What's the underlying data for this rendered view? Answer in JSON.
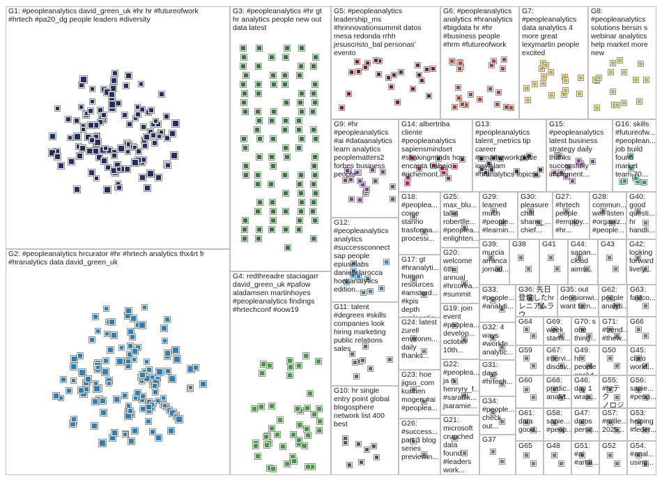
{
  "title": "",
  "groups": [
    {
      "id": "G1",
      "label": "G1: #peopleanalytics david_green_uk #hr hr #futureofwork\n#hrtech #pa20_dg people leaders #diversity",
      "color": "#1f2f6b"
    },
    {
      "id": "G2",
      "label": "G2: #peopleanalytics hrcurator #hr #hrtech analytics thx4rt fr\n#hranalytics data david_green_uk",
      "color": "#2a7fc1"
    },
    {
      "id": "G3",
      "label": "G3: #peopleanalytics #hr gt\nhr analytics people new out\ndata latest",
      "color": "#2e7d32"
    },
    {
      "id": "G4",
      "label": "G4: redthreadre staciagarr\ndavid_green_uk #pafow\naladamsen martinhoyes\n#peopleanalytics findings\n#hrtechconf #oow19",
      "color": "#3aa13a"
    },
    {
      "id": "G5",
      "label": "G5: #peopleanalytics\nleadership_ms\n#hrinnovationsummit datos\nmesa redonda rrhh\njesuscristo_bal personas'\nevento",
      "color": "#8b1a1a"
    },
    {
      "id": "G6",
      "label": "G6: #peopleanalytics\nanalytics #hranalytics\n#bigdata hr #hr\n#business people\n#hrm #futureofwork",
      "color": "#c0392b"
    },
    {
      "id": "G7",
      "label": "G7:\n#peopleanalytics\ndata analytics 4\nmore great\nlexymartin people\nexcited",
      "color": "#e6a817"
    },
    {
      "id": "G8",
      "label": "G8:\n#peopleanalytics\nsolutions bersin s\nwebinar analytics\nhelp market more\nnew",
      "color": "#9acd32"
    },
    {
      "id": "G9",
      "label": "G9: #hr\n#peopleanalytics\n#ai #dataanalytics\nlearn analytics\npeoplematters2\nforbes business\npeople",
      "color": "#7b3f9e"
    },
    {
      "id": "G10",
      "label": "G10: hr single\nentry point global\nblogosphere\nnetwork list 400\nbest",
      "color": "#555555"
    },
    {
      "id": "G11",
      "label": "G11: talent\n#degrees #skills\ncompanies look\nhiring marketing\npublic relations\nsales",
      "color": "#666666"
    },
    {
      "id": "G12",
      "label": "G12:\n#peopleanalytics\nanalytics\n#successconnect\nsap people\nepiuselabs\ndaniellelarocca\nhoekanalytics\nedition...",
      "color": "#1e88e5"
    },
    {
      "id": "G13",
      "label": "G13:\n#peopleanalytics\ntalent_metrics tip\ncareer\n#smarterworkplace\niosyislam\n#hranalytics topics...",
      "color": "#2c3e50"
    },
    {
      "id": "G14",
      "label": "G14: albertriba\ncliente\n#peopleanalytics\nsapiensmindset\n#shakingminds hoy\nencanta trabajo\n#richemont...",
      "color": "#c2185b"
    },
    {
      "id": "G15",
      "label": "G15:\n#peopleanalytics\nlatest business\nstrategy daily\nthanks\nsuccessfully\nimplement...",
      "color": "#8e44ad"
    },
    {
      "id": "G16",
      "label": "G16: skills\n#futureofw...\n#peoplean...\njob build\nfound\nmarket\nteam 70...",
      "color": "#16a085"
    },
    {
      "id": "G17",
      "label": "G17: gt\n#hranalyti...\nhuman\nresources\n#amsterd...\n#kpis depth\nexplanatio...",
      "color": "#888888"
    },
    {
      "id": "G18",
      "label": "G18:\n#peoplea...\ncome\nstanrio\ntrasforma...\nprocessi...",
      "color": "#999999"
    },
    {
      "id": "G19",
      "label": "G19: join\nevent\n#peoplea...\ndevelop...\noctober\n10th...",
      "color": "#999999"
    },
    {
      "id": "G20",
      "label": "G20:\nwelcome\n6th annual\n#hrcorea...\n#summit",
      "color": "#999999"
    },
    {
      "id": "G21",
      "label": "G21:\nmicrosoft\ncrunched\ndata found\n#leaders\nwork...",
      "color": "#999999"
    },
    {
      "id": "G22",
      "label": "G22:\n#peoplea...\nja n\nhenryry_f...\n#saratiik...\njsaramie...",
      "color": "#999999"
    },
    {
      "id": "G23",
      "label": "G23: hoe\njigso_com\nkunnen\nmogen #ai\n#peoplea...",
      "color": "#999999"
    },
    {
      "id": "G24",
      "label": "G24: latest\nzurell\nenvironm...\ndaily\nthanks...",
      "color": "#999999"
    },
    {
      "id": "G25",
      "label": "G25:\nmax_blu...\ntalks\nrobertlle...\n#peoplea...\nenlighten...",
      "color": "#999999"
    },
    {
      "id": "G26",
      "label": "G26:\n#success...\npart 3 blog\nseries\npreviewin...",
      "color": "#999999"
    },
    {
      "id": "G27",
      "label": "G27:\n#hrtech\npeople\n#employ...\n#hr...",
      "color": "#999999"
    },
    {
      "id": "G28",
      "label": "G28:\ncommun...\nwell listen\n#organiz...\n#people...",
      "color": "#999999"
    },
    {
      "id": "G29",
      "label": "G29:\nlearned\nmuch\n#people...\n#learnin...",
      "color": "#999999"
    },
    {
      "id": "G30",
      "label": "G30:\npleasure\nchat\nshane_...\nchief...",
      "color": "#999999"
    },
    {
      "id": "G31",
      "label": "G31:\ndays\n#hrtech...",
      "color": "#999999"
    },
    {
      "id": "G32",
      "label": "G32: 4\nways\n#workfo...\nanalytic...",
      "color": "#999999"
    },
    {
      "id": "G33",
      "label": "G33:\n#people...\n#analyti...",
      "color": "#999999"
    },
    {
      "id": "G34",
      "label": "G34:\n#people...\ncheck\nout...",
      "color": "#999999"
    },
    {
      "id": "G35",
      "label": "G35: out\ndecisionwi...\nwant turn...",
      "color": "#999999"
    },
    {
      "id": "G36",
      "label": "G36: 先日\n登壇したhr\nレニアムラウ...",
      "color": "#999999"
    },
    {
      "id": "G37",
      "label": "G37",
      "color": "#999999"
    },
    {
      "id": "G38",
      "label": "G38",
      "color": "#999999"
    },
    {
      "id": "G39",
      "label": "G39:\nmurcia\narranca\njornad...",
      "color": "#999999"
    },
    {
      "id": "G40",
      "label": "G40:\ngood\nquesti...\nhr\nhandli...",
      "color": "#999999"
    },
    {
      "id": "G41",
      "label": "G41",
      "color": "#999999"
    },
    {
      "id": "G42",
      "label": "G42:\nlooking\nforward\nlively...",
      "color": "#999999"
    },
    {
      "id": "G43",
      "label": "G43",
      "color": "#999999"
    },
    {
      "id": "G44",
      "label": "G44:\nsapan...\ncloud\naims...",
      "color": "#999999"
    },
    {
      "id": "G45",
      "label": "G45:\nclaro\nworkf...",
      "color": "#999999"
    },
    {
      "id": "G46",
      "label": "G46:\nday 1\nwrap...",
      "color": "#999999"
    },
    {
      "id": "G47",
      "label": "G47:\ndatos\nperso...",
      "color": "#999999"
    },
    {
      "id": "G48",
      "label": "G48",
      "color": "#999999"
    },
    {
      "id": "G49",
      "label": "G49: hr\npeople\nanalyt...",
      "color": "#999999"
    },
    {
      "id": "G50",
      "label": "G50",
      "color": "#999999"
    },
    {
      "id": "G51",
      "label": "G51:\n#ai\n#artifi...",
      "color": "#999999"
    },
    {
      "id": "G52",
      "label": "G52",
      "color": "#999999"
    },
    {
      "id": "G53",
      "label": "G53:\nhelping\n#feder...",
      "color": "#999999"
    },
    {
      "id": "G54",
      "label": "G54:\n#anal...\nusing...",
      "color": "#999999"
    },
    {
      "id": "G55",
      "label": "G55:\n#hrテク\nノロジー...",
      "color": "#999999"
    },
    {
      "id": "G56",
      "label": "G56:\nsapie...\n#peop...",
      "color": "#999999"
    },
    {
      "id": "G57",
      "label": "G57:\n#mille...\n2025...",
      "color": "#999999"
    },
    {
      "id": "G58",
      "label": "G58:\nsapie...\n#peop...",
      "color": "#999999"
    },
    {
      "id": "G59",
      "label": "G59",
      "color": "#999999"
    },
    {
      "id": "G60",
      "label": "G60",
      "color": "#999999"
    },
    {
      "id": "G61",
      "label": "G61:\ndata\ngood...",
      "color": "#999999"
    },
    {
      "id": "G62",
      "label": "G62:\npeople\nanalyti...",
      "color": "#999999"
    },
    {
      "id": "G63",
      "label": "G63:\nfastco...",
      "color": "#999999"
    },
    {
      "id": "G64",
      "label": "G64",
      "color": "#999999"
    },
    {
      "id": "G65",
      "label": "G65",
      "color": "#999999"
    },
    {
      "id": "G66",
      "label": "G66",
      "color": "#999999"
    },
    {
      "id": "G67",
      "label": "G67:\nintervi...\ndiscov...",
      "color": "#999999"
    },
    {
      "id": "G68",
      "label": "G68:\npredic...\nanalyt...",
      "color": "#999999"
    },
    {
      "id": "G69",
      "label": "G69:\nweek\nstarts...",
      "color": "#999999"
    },
    {
      "id": "G70",
      "label": "G70: s\none\nthing...",
      "color": "#999999"
    },
    {
      "id": "G71",
      "label": "G71:\n#trend...\n#thew...",
      "color": "#999999"
    }
  ],
  "colors": {
    "edge_gray": "#cfcfcf",
    "edge_red": "#e02020",
    "border": "#bfbfbf"
  }
}
